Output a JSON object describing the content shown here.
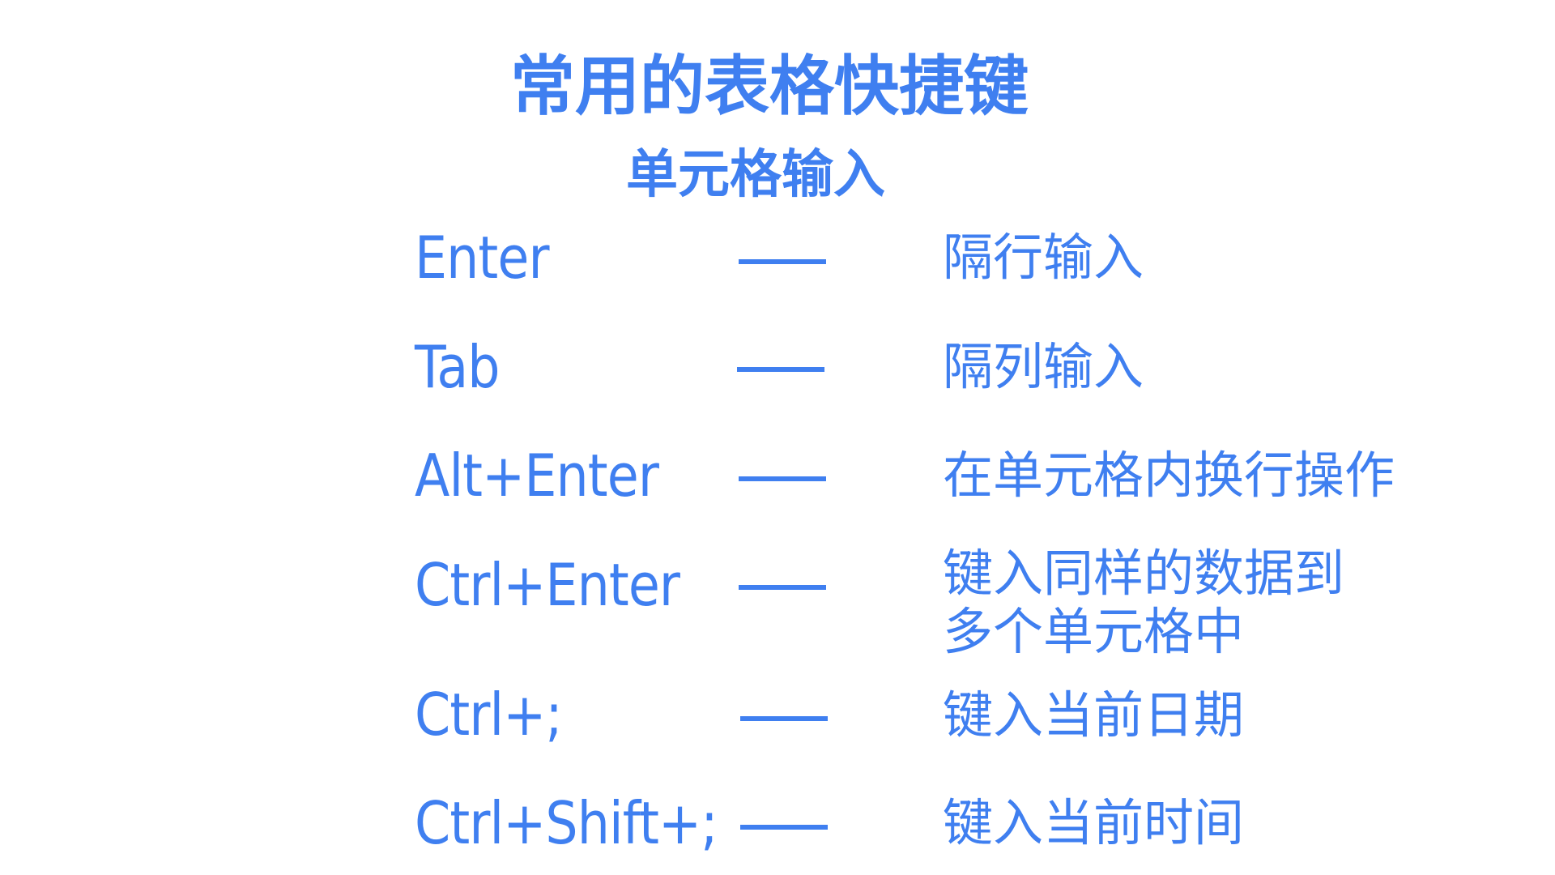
{
  "header": {
    "title": "常用的表格快捷键",
    "subtitle": "单元格输入"
  },
  "theme": {
    "text_color": "#3f7ff0",
    "background": "#ffffff"
  },
  "shortcuts": [
    {
      "key": "Enter",
      "separator": "——",
      "description": [
        "隔行输入"
      ]
    },
    {
      "key": "Tab",
      "separator": "——",
      "description": [
        "隔列输入"
      ]
    },
    {
      "key": "Alt+Enter",
      "separator": "——",
      "description": [
        "在单元格内换行操作"
      ]
    },
    {
      "key": "Ctrl+Enter",
      "separator": "——",
      "description": [
        "键入同样的数据到",
        "多个单元格中"
      ]
    },
    {
      "key": "Ctrl+;",
      "separator": "——",
      "description": [
        "键入当前日期"
      ]
    },
    {
      "key": "Ctrl+Shift+;",
      "separator": "——",
      "description": [
        "键入当前时间"
      ]
    }
  ]
}
